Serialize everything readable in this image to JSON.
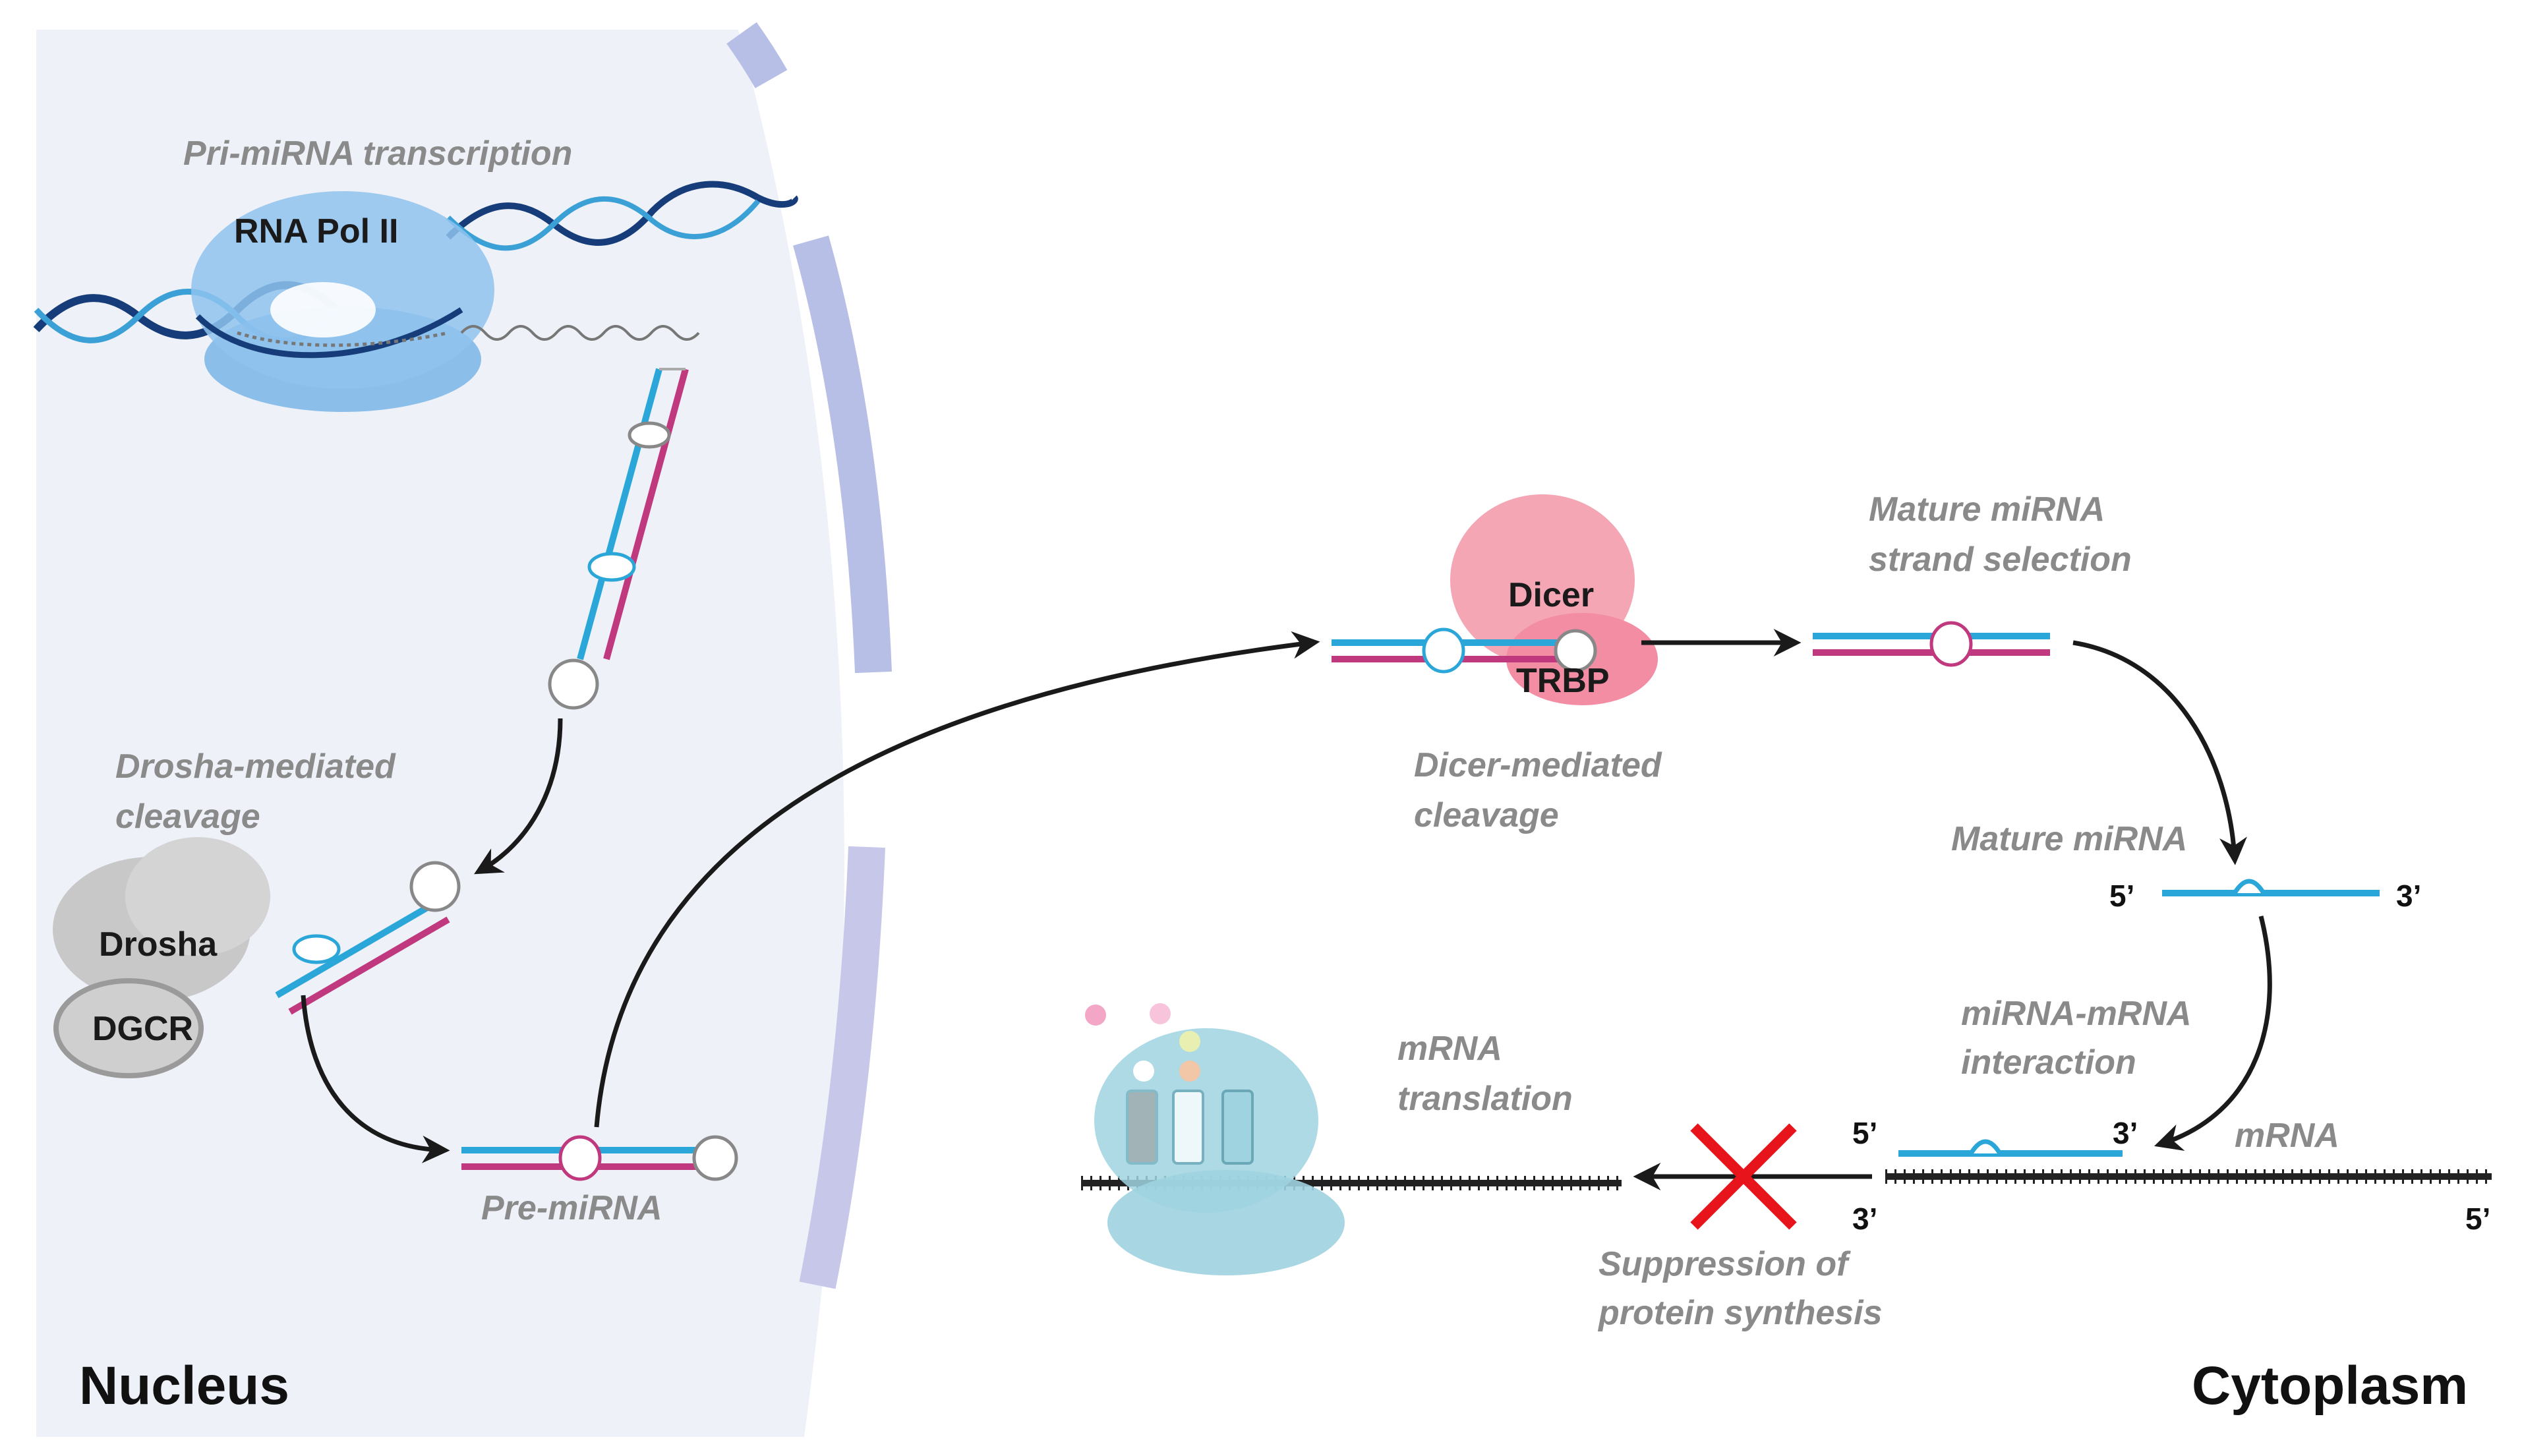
{
  "labels": {
    "pri_mirna_transcription": "Pri-miRNA transcription",
    "rna_pol_ii": "RNA Pol II",
    "drosha_cleavage_1": "Drosha-mediated",
    "drosha_cleavage_2": "cleavage",
    "drosha": "Drosha",
    "dgcr": "DGCR",
    "pre_mirna": "Pre-miRNA",
    "dicer": "Dicer",
    "trbp": "TRBP",
    "dicer_cleavage_1": "Dicer-mediated",
    "dicer_cleavage_2": "cleavage",
    "strand_selection_1": "Mature miRNA",
    "strand_selection_2": "strand selection",
    "mature_mirna": "Mature miRNA",
    "interaction_1": "miRNA-mRNA",
    "interaction_2": "interaction",
    "mrna": "mRNA",
    "translation_1": "mRNA",
    "translation_2": "translation",
    "suppression_1": "Suppression of",
    "suppression_2": "protein synthesis",
    "nucleus": "Nucleus",
    "cytoplasm": "Cytoplasm",
    "mature_5": "5’",
    "mature_3": "3’",
    "duplex_5": "5’",
    "duplex_3": "3’",
    "mrna_3": "3’",
    "mrna_5": "5’"
  },
  "colors": {
    "nucleus_fill": "#eef2f8",
    "envelope": "#b7bfe6",
    "strand_cyan": "#2aa7d8",
    "strand_magenta": "#c0387e",
    "arrow": "#1a1a1a",
    "block_cross": "#e8141b",
    "dicer_fill": "#f4a6b4",
    "pol_fill": "#8fc3ef",
    "ribosome_fill": "#9fd3e0"
  }
}
